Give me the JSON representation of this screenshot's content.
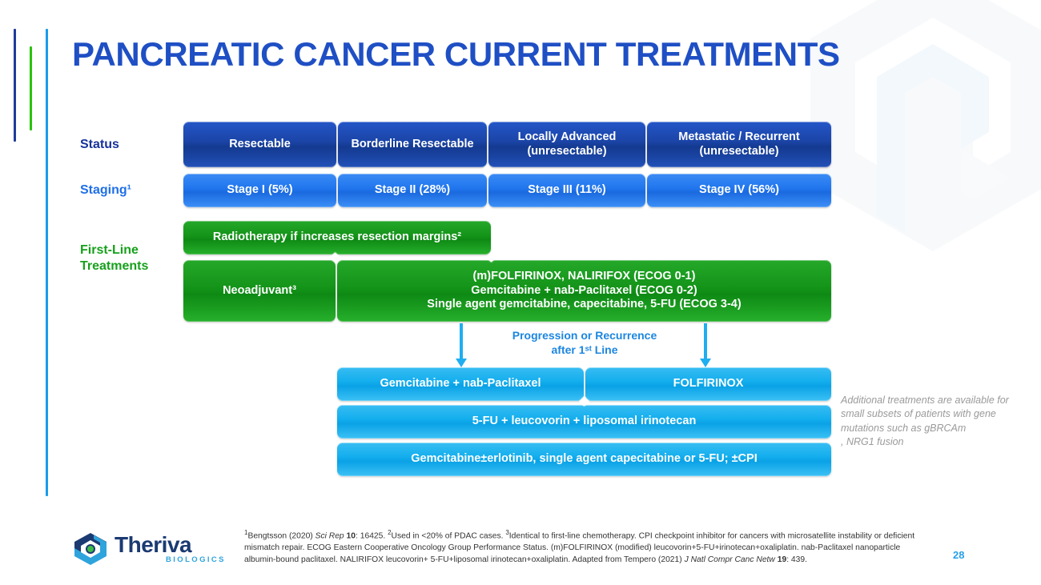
{
  "slide": {
    "title": "PANCREATIC CANCER CURRENT TREATMENTS",
    "page_number": "28"
  },
  "colors": {
    "title_blue": "#1F4FC4",
    "navy": "#1B45A8",
    "blue": "#2277EE",
    "green": "#15951A",
    "cyan": "#13AEEE",
    "accent_navy_bar": "#1F3C9B",
    "accent_green_bar": "#2BC20E",
    "accent_cyan_bar": "#199CE8",
    "note_gray": "#9A9A9A",
    "page_num_blue": "#2A9FE8"
  },
  "row_labels": {
    "status": "Status",
    "staging": "Staging¹",
    "first_line": "First-Line\nTreatments"
  },
  "status_row": [
    {
      "label": "Resectable"
    },
    {
      "label": "Borderline\nResectable"
    },
    {
      "label": "Locally Advanced\n(unresectable)"
    },
    {
      "label": "Metastatic / Recurrent\n(unresectable)"
    }
  ],
  "staging_row": [
    {
      "label": "Stage I (5%)",
      "stage": "I",
      "percent": 5
    },
    {
      "label": "Stage II  (28%)",
      "stage": "II",
      "percent": 28
    },
    {
      "label": "Stage III (11%)",
      "stage": "III",
      "percent": 11
    },
    {
      "label": "Stage IV (56%)",
      "stage": "IV",
      "percent": 56
    }
  ],
  "first_line": {
    "radiotherapy": "Radiotherapy if increases resection margins²",
    "neoadjuvant": "Neoadjuvant³",
    "regimens": "(m)FOLFIRINOX, NALIRIFOX (ECOG 0-1)\nGemcitabine + nab-Paclitaxel (ECOG 0-2)\nSingle agent gemcitabine, capecitabine, 5-FU (ECOG 3-4)"
  },
  "progression": {
    "label": "Progression or Recurrence\nafter 1ˢᵗ Line"
  },
  "second_line": {
    "left": "Gemcitabine + nab-Paclitaxel",
    "right": "FOLFIRINOX",
    "full_1": "5-FU + leucovorin + liposomal irinotecan",
    "full_2": "Gemcitabine±erlotinib, single agent capecitabine or 5-FU; ±CPI"
  },
  "side_note": "Additional treatments are available for small subsets of patients with gene mutations such as gBRCAm\n, NRG1 fusion",
  "footnotes": {
    "line": "¹Bengtsson (2020) Sci Rep 10: 16425. ²Used in <20% of PDAC cases. ³Identical to first-line chemotherapy. CPI checkpoint inhibitor for cancers with microsatellite instability or deficient mismatch repair. ECOG Eastern Cooperative Oncology Group Performance Status. (m)FOLFIRINOX (modified) leucovorin+5-FU+irinotecan+oxaliplatin. nab-Paclitaxel nanoparticle albumin-bound paclitaxel. NALIRIFOX leucovorin+ 5-FU+liposomal irinotecan+oxaliplatin. Adapted from Tempero (2021) J Natl Compr Canc Netw 19: 439."
  },
  "logo": {
    "wordmark": "Theriva",
    "subtitle": "BIOLOGICS"
  }
}
